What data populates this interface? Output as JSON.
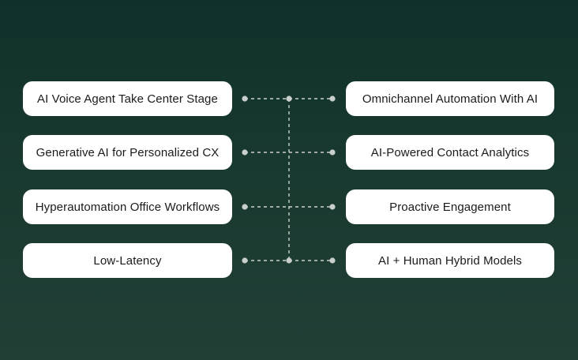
{
  "left_items": [
    {
      "label": "AI Voice Agent Take Center Stage"
    },
    {
      "label": "Generative AI for Personalized CX"
    },
    {
      "label": "Hyperautomation Office Workflows"
    },
    {
      "label": "Low-Latency"
    }
  ],
  "right_items": [
    {
      "label": "Omnichannel Automation With AI"
    },
    {
      "label": "AI-Powered Contact Analytics"
    },
    {
      "label": "Proactive Engagement"
    },
    {
      "label": "AI + Human Hybrid Models"
    }
  ],
  "colors": {
    "background_top": "#0f312b",
    "background_bottom": "#223f36",
    "pill": "#ffffff",
    "connector": "#c9cfcc"
  }
}
